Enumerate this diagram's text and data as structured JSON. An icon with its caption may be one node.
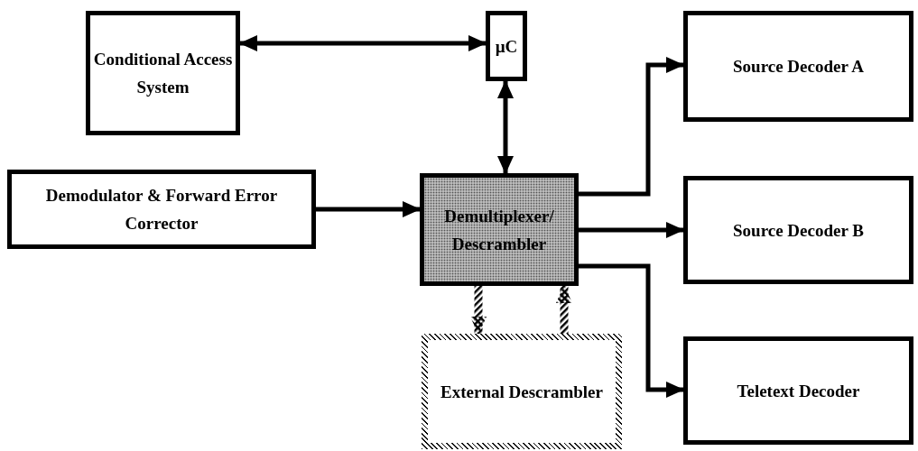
{
  "diagram": {
    "nodes": [
      {
        "text": [
          "Conditional Access System"
        ]
      },
      {
        "text": [
          "µC"
        ]
      },
      {
        "text": [
          "Source Decoder A"
        ]
      },
      {
        "text": [
          "Demodulator & Forward Error Corrector"
        ]
      },
      {
        "text": [
          "Demultiplexer/ Descrambler"
        ]
      },
      {
        "text": [
          "Source Decoder B"
        ]
      },
      {
        "text": [
          "External Descrambler"
        ]
      },
      {
        "text": [
          "Teletext Decoder"
        ]
      }
    ],
    "edges": [
      {
        "from": 0,
        "to": 1,
        "arrow": "both"
      },
      {
        "from": 1,
        "to": 4,
        "arrow": "both"
      },
      {
        "from": 3,
        "to": 4,
        "arrow": "to"
      },
      {
        "from": 4,
        "to": 2,
        "arrow": "to"
      },
      {
        "from": 4,
        "to": 5,
        "arrow": "to"
      },
      {
        "from": 4,
        "to": 7,
        "arrow": "to"
      },
      {
        "from": 4,
        "to": 6,
        "arrow": "to",
        "style": "dashed"
      },
      {
        "from": 6,
        "to": 4,
        "arrow": "to",
        "style": "dashed"
      }
    ]
  }
}
